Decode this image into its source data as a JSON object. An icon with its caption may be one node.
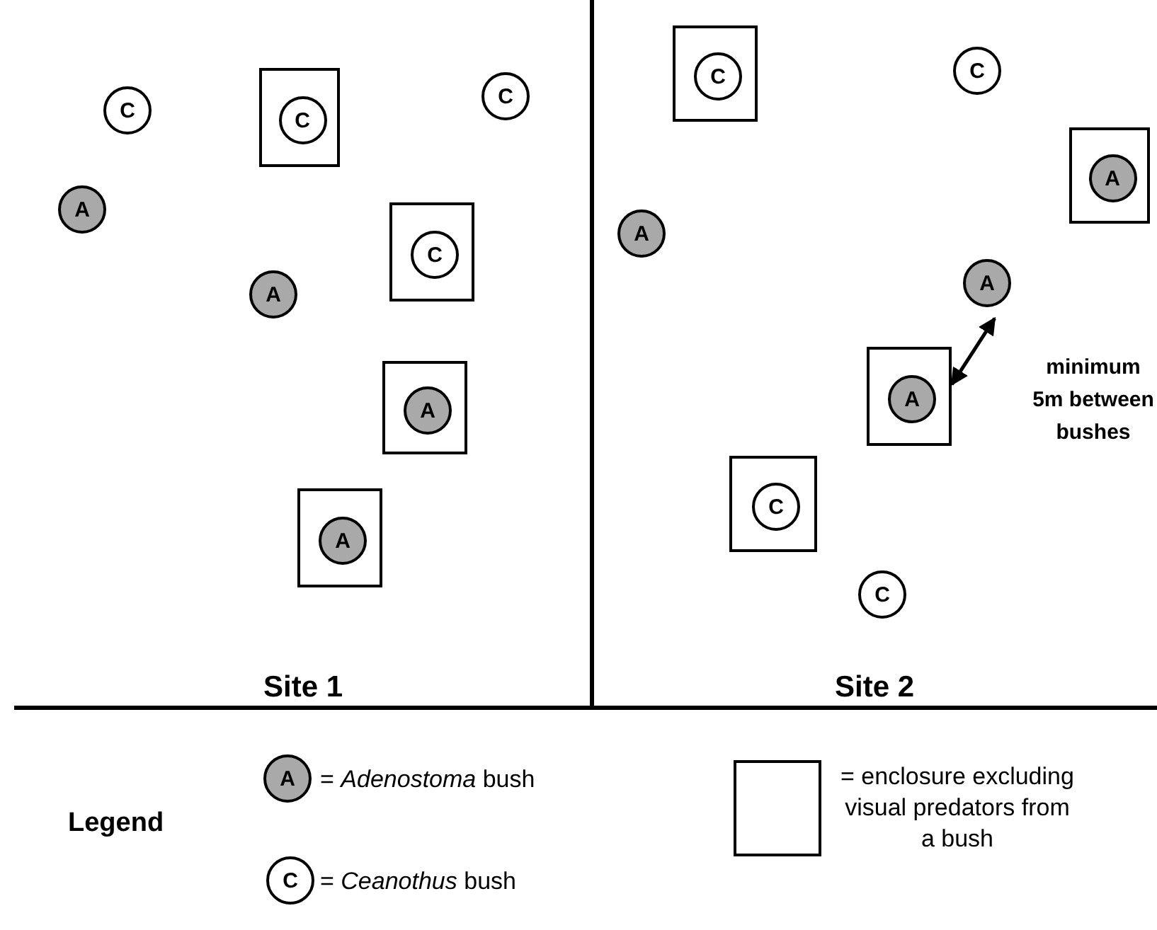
{
  "diagram": {
    "nodes": [
      {
        "text": [
          "Site 1"
        ]
      },
      {
        "text": [
          "C"
        ],
        "in": 0
      },
      {
        "text": [],
        "shape": "box",
        "in": 0
      },
      {
        "text": [
          "C"
        ],
        "in": 2
      },
      {
        "text": [
          "C"
        ],
        "in": 0
      },
      {
        "text": [
          "A"
        ],
        "in": 0
      },
      {
        "text": [],
        "shape": "box",
        "in": 0
      },
      {
        "text": [
          "C"
        ],
        "in": 6
      },
      {
        "text": [
          "A"
        ],
        "in": 0
      },
      {
        "text": [],
        "shape": "box",
        "in": 0
      },
      {
        "text": [
          "A"
        ],
        "in": 9
      },
      {
        "text": [],
        "shape": "box",
        "in": 0
      },
      {
        "text": [
          "A"
        ],
        "in": 11
      },
      {
        "text": [
          "Site 2"
        ]
      },
      {
        "text": [],
        "shape": "box",
        "in": 13
      },
      {
        "text": [
          "C"
        ],
        "in": 14
      },
      {
        "text": [
          "C"
        ],
        "in": 13
      },
      {
        "text": [],
        "shape": "box",
        "in": 13
      },
      {
        "text": [
          "A"
        ],
        "in": 17
      },
      {
        "text": [
          "A"
        ],
        "in": 13
      },
      {
        "text": [
          "A"
        ],
        "in": 13
      },
      {
        "text": [],
        "shape": "box",
        "in": 13
      },
      {
        "text": [
          "A"
        ],
        "in": 21
      },
      {
        "text": [],
        "shape": "box",
        "in": 13
      },
      {
        "text": [
          "C"
        ],
        "in": 23
      },
      {
        "text": [
          "C"
        ],
        "in": 13
      }
    ],
    "edges": [
      {
        "from": 22,
        "to": 20,
        "arrow": "both"
      }
    ],
    "labels": [
      "minimum 5m between bushes",
      "Legend",
      "A",
      "C"
    ],
    "legend": [
      {
        "text": "= *Adenostoma* bush"
      },
      {
        "text": "= *Ceanothus* bush"
      },
      {
        "text": "= enclosure excluding visual predators from a bush"
      }
    ]
  }
}
